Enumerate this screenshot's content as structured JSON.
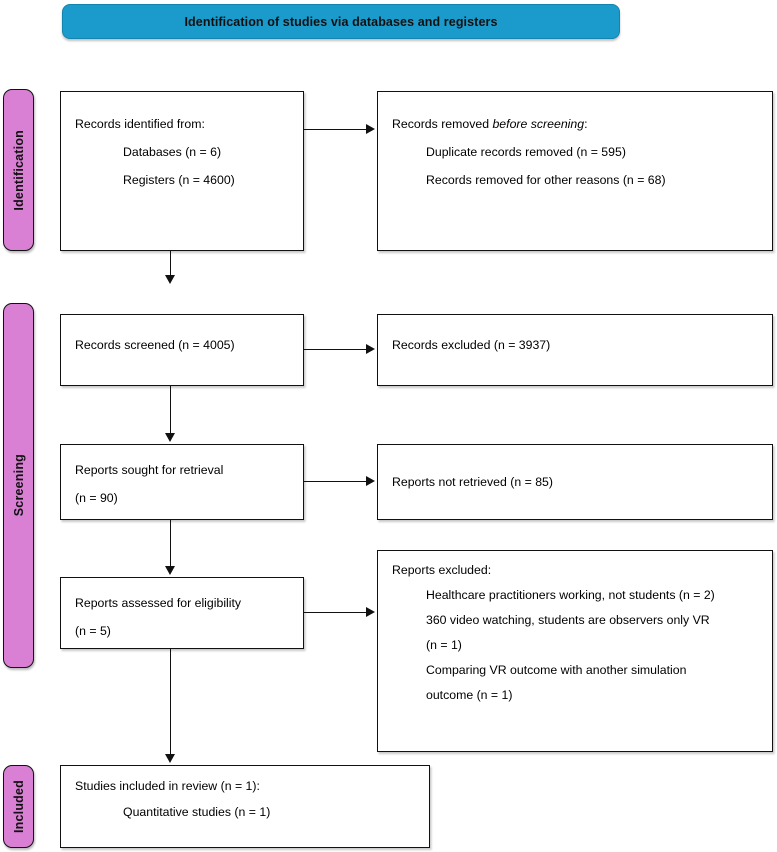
{
  "banner": {
    "title": "Identification of studies via databases and registers",
    "color": "#1a9bcb"
  },
  "stages": {
    "color": "#d97fd4",
    "identification": "Identification",
    "screening": "Screening",
    "included": "Included"
  },
  "boxes": {
    "identified": {
      "line1": "Records identified from:",
      "line2": "Databases (n = 6)",
      "line3": "Registers (n = 4600)"
    },
    "removed": {
      "line1_prefix": "Records removed ",
      "line1_italic": "before screening",
      "line1_suffix": ":",
      "line2": "Duplicate records removed (n = 595)",
      "line3": "Records removed for other reasons (n = 68)"
    },
    "screened": {
      "line1": "Records screened (n = 4005)"
    },
    "excluded": {
      "line1": "Records excluded (n = 3937)"
    },
    "sought": {
      "line1": "Reports sought for retrieval",
      "line2": "(n = 90)"
    },
    "not_retrieved": {
      "line1": "Reports not retrieved (n = 85)"
    },
    "assessed": {
      "line1": "Reports assessed for eligibility",
      "line2": "(n = 5)"
    },
    "reports_excluded": {
      "line1": "Reports excluded:",
      "line2": "Healthcare practitioners working, not students (n = 2)",
      "line3": "360 video watching, students are observers only VR",
      "line4": "(n = 1)",
      "line5": "Comparing VR outcome with another simulation",
      "line6": "outcome (n = 1)"
    },
    "included": {
      "line1": "Studies included in review (n = 1):",
      "line2": "Quantitative studies (n = 1)"
    }
  },
  "connectors": {
    "arrow_color": "#111111"
  }
}
